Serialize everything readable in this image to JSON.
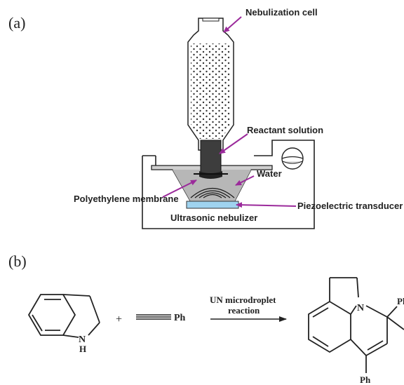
{
  "panel_a": {
    "label": "(a)",
    "callouts": {
      "nebulization_cell": "Nebulization cell",
      "reactant_solution": "Reactant solution",
      "water": "Water",
      "polyethylene_membrane": "Polyethylene membrane",
      "piezoelectric_transducer": "Piezoelectric transducer",
      "ultrasonic_nebulizer": "Ultrasonic nebulizer"
    },
    "colors": {
      "arrow": "#9b2a9b",
      "transducer": "#9fd3ef",
      "outline": "#222222",
      "tube": "#444444"
    }
  },
  "panel_b": {
    "label": "(b)",
    "plus": "+",
    "indoline_nh": "N",
    "indoline_h": "H",
    "alkyne_group": "Ph",
    "arrow_top": "UN microdroplet",
    "arrow_bottom": "reaction",
    "product_n": "N",
    "product_ph_right": "Ph",
    "product_ph_bottom": "Ph"
  }
}
